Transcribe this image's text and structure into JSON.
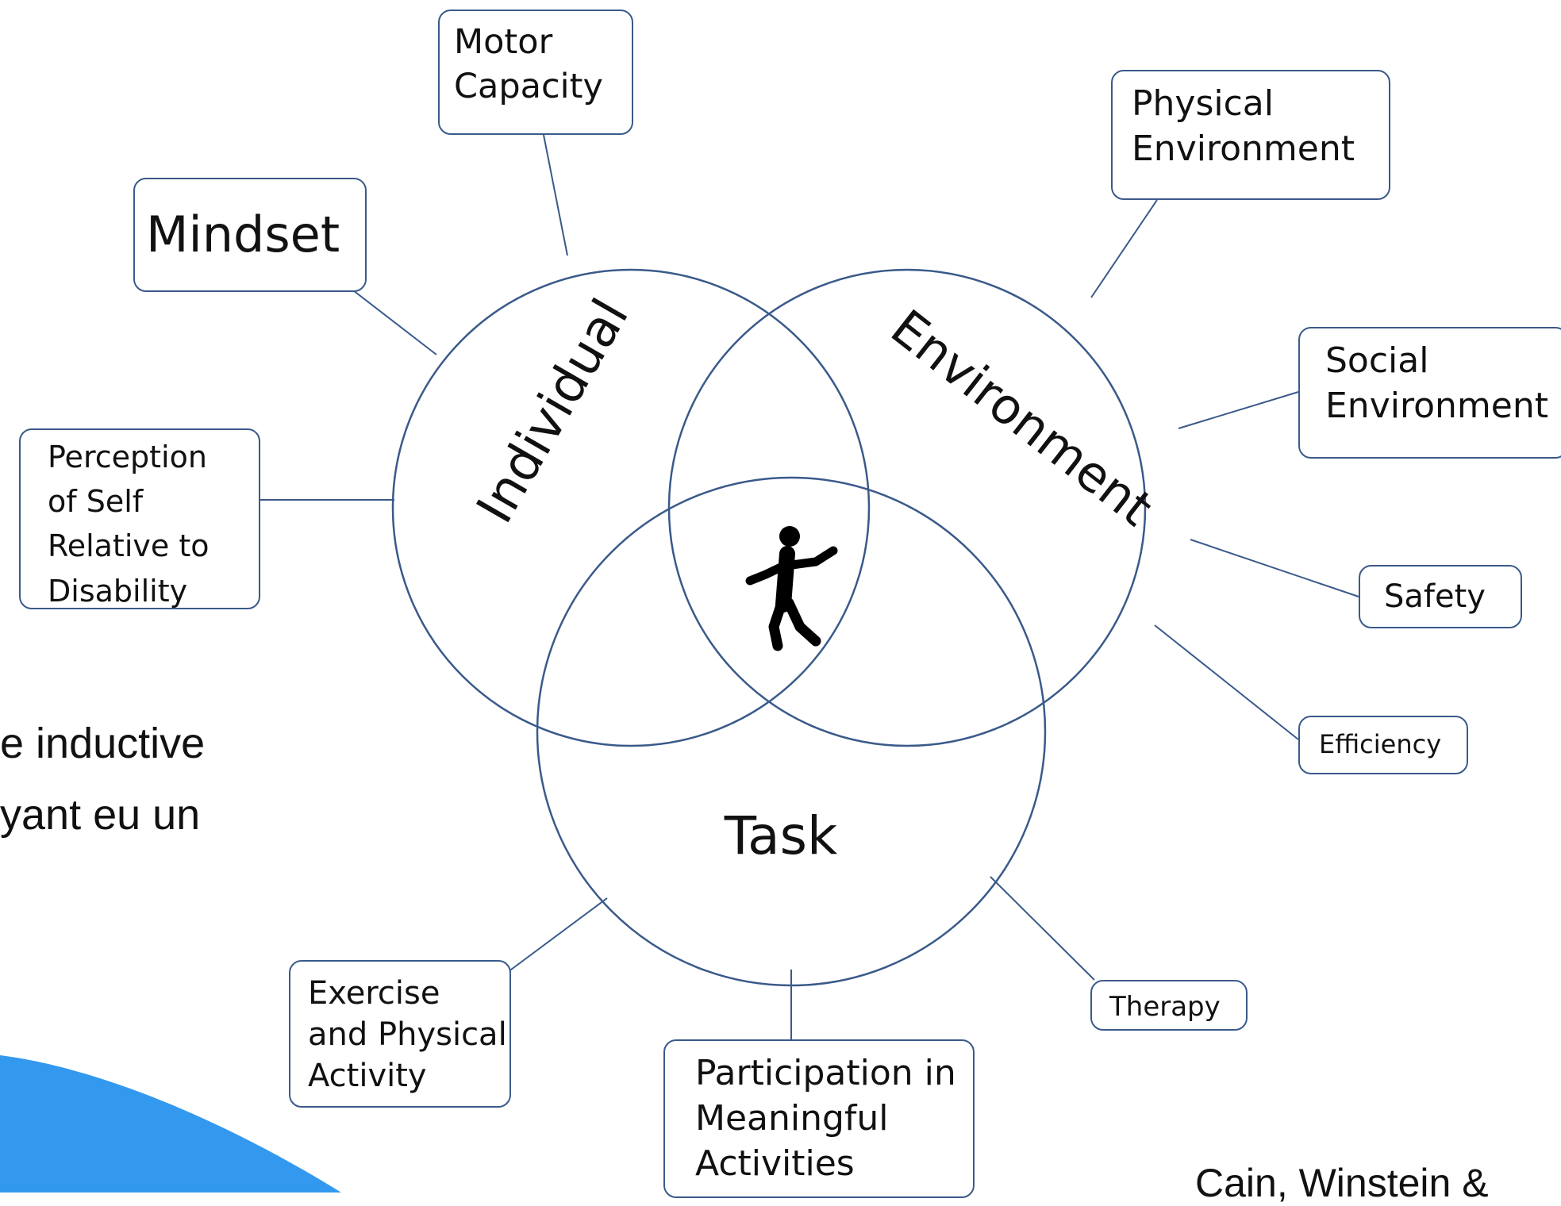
{
  "circles": {
    "individual": "Individual",
    "environment": "Environment",
    "task": "Task"
  },
  "boxes": {
    "motor_capacity": "Motor\nCapacity",
    "mindset": "Mindset",
    "perception": "Perception\nof Self\nRelative to\nDisability",
    "physical_environment": "Physical\nEnvironment",
    "social_environment": "Social\nEnvironment",
    "safety": "Safety",
    "efficiency": "Efficiency",
    "therapy": "Therapy",
    "participation": "Participation in\nMeaningful\nActivities",
    "exercise": "Exercise\nand Physical\nActivity"
  },
  "icons": {
    "center": "walking-person-icon"
  },
  "colors": {
    "line": "#3a5a8a",
    "accent_blob": "#3399ee"
  },
  "slide": {
    "line1": "e inductive",
    "line2": "yant eu un",
    "citation": "Cain, Winstein &"
  }
}
